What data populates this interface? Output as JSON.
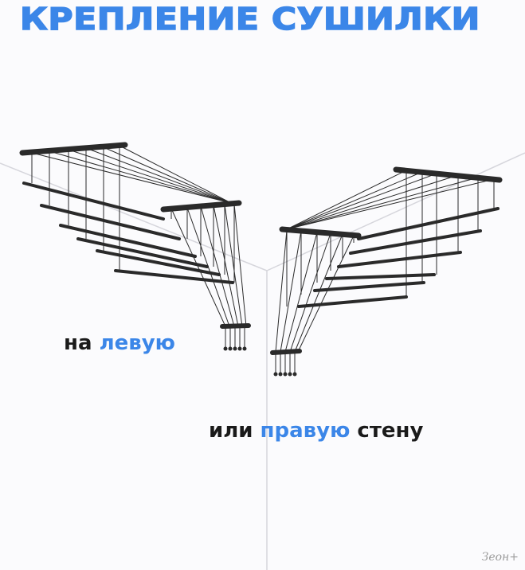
{
  "title": "КРЕПЛЕНИЕ СУШИЛКИ",
  "caption_left": {
    "prefix": "на",
    "highlight": "левую"
  },
  "caption_right": {
    "prefix": "или",
    "highlight": "правую",
    "suffix": "стену"
  },
  "watermark": "Зеон+",
  "colors": {
    "accent": "#3b86e8",
    "text": "#1a1a1a",
    "dryer": "#2a2a2a",
    "wall": "#d8d8de"
  }
}
